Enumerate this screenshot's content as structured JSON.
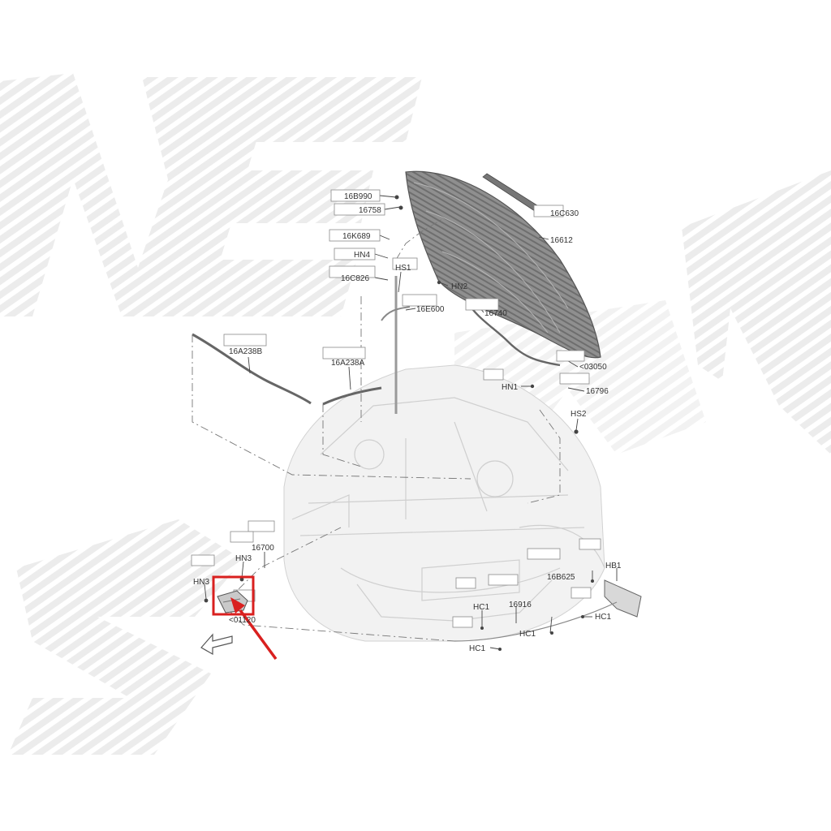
{
  "diagram": {
    "highlight_color": "#d9201f",
    "callouts": [
      {
        "id": "16B990",
        "text": "16B990"
      },
      {
        "id": "16758",
        "text": "16758"
      },
      {
        "id": "16K689",
        "text": "16K689"
      },
      {
        "id": "HN4",
        "text": "HN4"
      },
      {
        "id": "HS1",
        "text": "HS1"
      },
      {
        "id": "16C826",
        "text": "16C826"
      },
      {
        "id": "HN2",
        "text": "HN2"
      },
      {
        "id": "16E600",
        "text": "16E600"
      },
      {
        "id": "16740",
        "text": "16740"
      },
      {
        "id": "16C630",
        "text": "16C630"
      },
      {
        "id": "16612",
        "text": "16612"
      },
      {
        "id": "16A238B",
        "text": "16A238B"
      },
      {
        "id": "16A238A",
        "text": "16A238A"
      },
      {
        "id": "03050",
        "text": "<03050"
      },
      {
        "id": "HN1",
        "text": "HN1"
      },
      {
        "id": "16796",
        "text": "16796"
      },
      {
        "id": "HS2",
        "text": "HS2"
      },
      {
        "id": "16700",
        "text": "16700"
      },
      {
        "id": "HN3a",
        "text": "HN3"
      },
      {
        "id": "HN3b",
        "text": "HN3"
      },
      {
        "id": "01120",
        "text": "<01120"
      },
      {
        "id": "16B625",
        "text": "16B625"
      },
      {
        "id": "HB1",
        "text": "HB1"
      },
      {
        "id": "HC1a",
        "text": "HC1"
      },
      {
        "id": "16916",
        "text": "16916"
      },
      {
        "id": "HC1b",
        "text": "HC1"
      },
      {
        "id": "HC1c",
        "text": "HC1"
      },
      {
        "id": "HC1d",
        "text": "HC1"
      }
    ]
  }
}
